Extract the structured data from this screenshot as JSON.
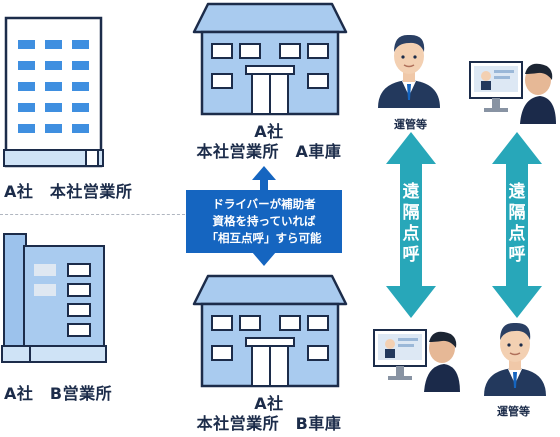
{
  "left_top_label": "A社　本社営業所",
  "left_bottom_label": "A社　B営業所",
  "center_top_label": {
    "line1": "A社",
    "line2": "本社営業所　A車庫"
  },
  "center_bottom_label": {
    "line1": "A社",
    "line2": "本社営業所　B車庫"
  },
  "note": {
    "line1": "ドライバーが補助者",
    "line2": "資格を持っていれば",
    "line3": "「相互点呼」すら可能"
  },
  "arrows": [
    {
      "chars": [
        "遠",
        "隔",
        "点",
        "呼"
      ]
    },
    {
      "chars": [
        "遠",
        "隔",
        "点",
        "呼"
      ]
    }
  ],
  "manager_top_label": "運管等",
  "manager_bottom_label": "運管等",
  "colors": {
    "building": "#a9cbef",
    "outline": "#1c2c4a",
    "accent_blue": "#1565c0",
    "arrow_teal": "#28a7b9",
    "window_blue": "#3f8fe0"
  }
}
